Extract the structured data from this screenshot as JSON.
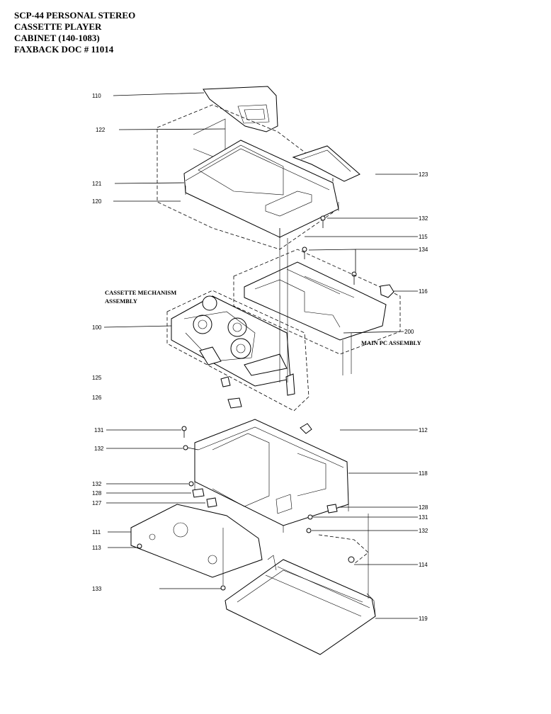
{
  "header": {
    "line1": "SCP-44 PERSONAL STEREO",
    "line2": "CASSETTE PLAYER",
    "line3": "CABINET  (140-1083)",
    "line4": "FAXBACK DOC # 11014"
  },
  "assemblies": {
    "cassette_mechanism_line1": "CASSETTE MECHANISM",
    "cassette_mechanism_line2": "ASSEMBLY",
    "main_pc": "MAIN PC ASSEMBLY"
  },
  "part_numbers": {
    "p110": "110",
    "p122": "122",
    "p121": "121",
    "p120": "120",
    "p123": "123",
    "p132a": "132",
    "p115": "115",
    "p134": "134",
    "p116": "116",
    "p100": "100",
    "p200": "200",
    "p125": "125",
    "p126": "126",
    "p131a": "131",
    "p132b": "132",
    "p112": "112",
    "p118": "118",
    "p132c": "132",
    "p128a": "128",
    "p127": "127",
    "p128b": "128",
    "p131b": "131",
    "p111": "111",
    "p132d": "132",
    "p113": "113",
    "p114": "114",
    "p133": "133",
    "p119": "119"
  }
}
